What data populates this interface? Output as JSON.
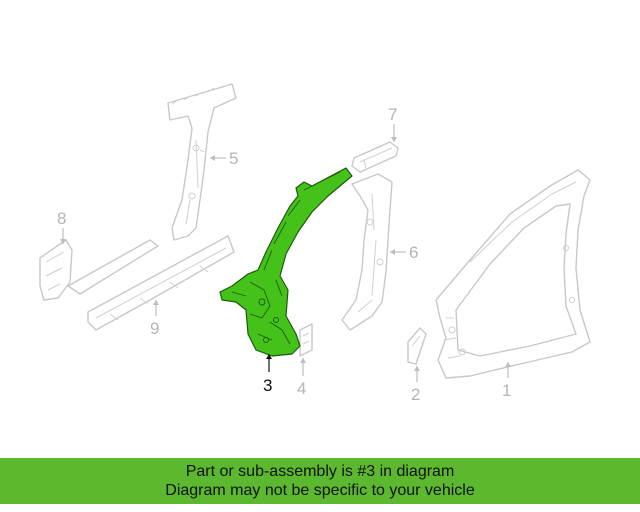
{
  "diagram": {
    "callouts": [
      {
        "id": "1",
        "label": "1",
        "active": false
      },
      {
        "id": "2",
        "label": "2",
        "active": false
      },
      {
        "id": "3",
        "label": "3",
        "active": true
      },
      {
        "id": "4",
        "label": "4",
        "active": false
      },
      {
        "id": "5",
        "label": "5",
        "active": false
      },
      {
        "id": "6",
        "label": "6",
        "active": false
      },
      {
        "id": "7",
        "label": "7",
        "active": false
      },
      {
        "id": "8",
        "label": "8",
        "active": false
      },
      {
        "id": "9",
        "label": "9",
        "active": false
      }
    ],
    "highlight_color": "#44c21a",
    "inactive_color": "#c8c8c8"
  },
  "banner": {
    "line1": "Part or sub-assembly is #3 in diagram",
    "line2": "Diagram may not be specific to your vehicle",
    "background": "#5cb82e"
  }
}
